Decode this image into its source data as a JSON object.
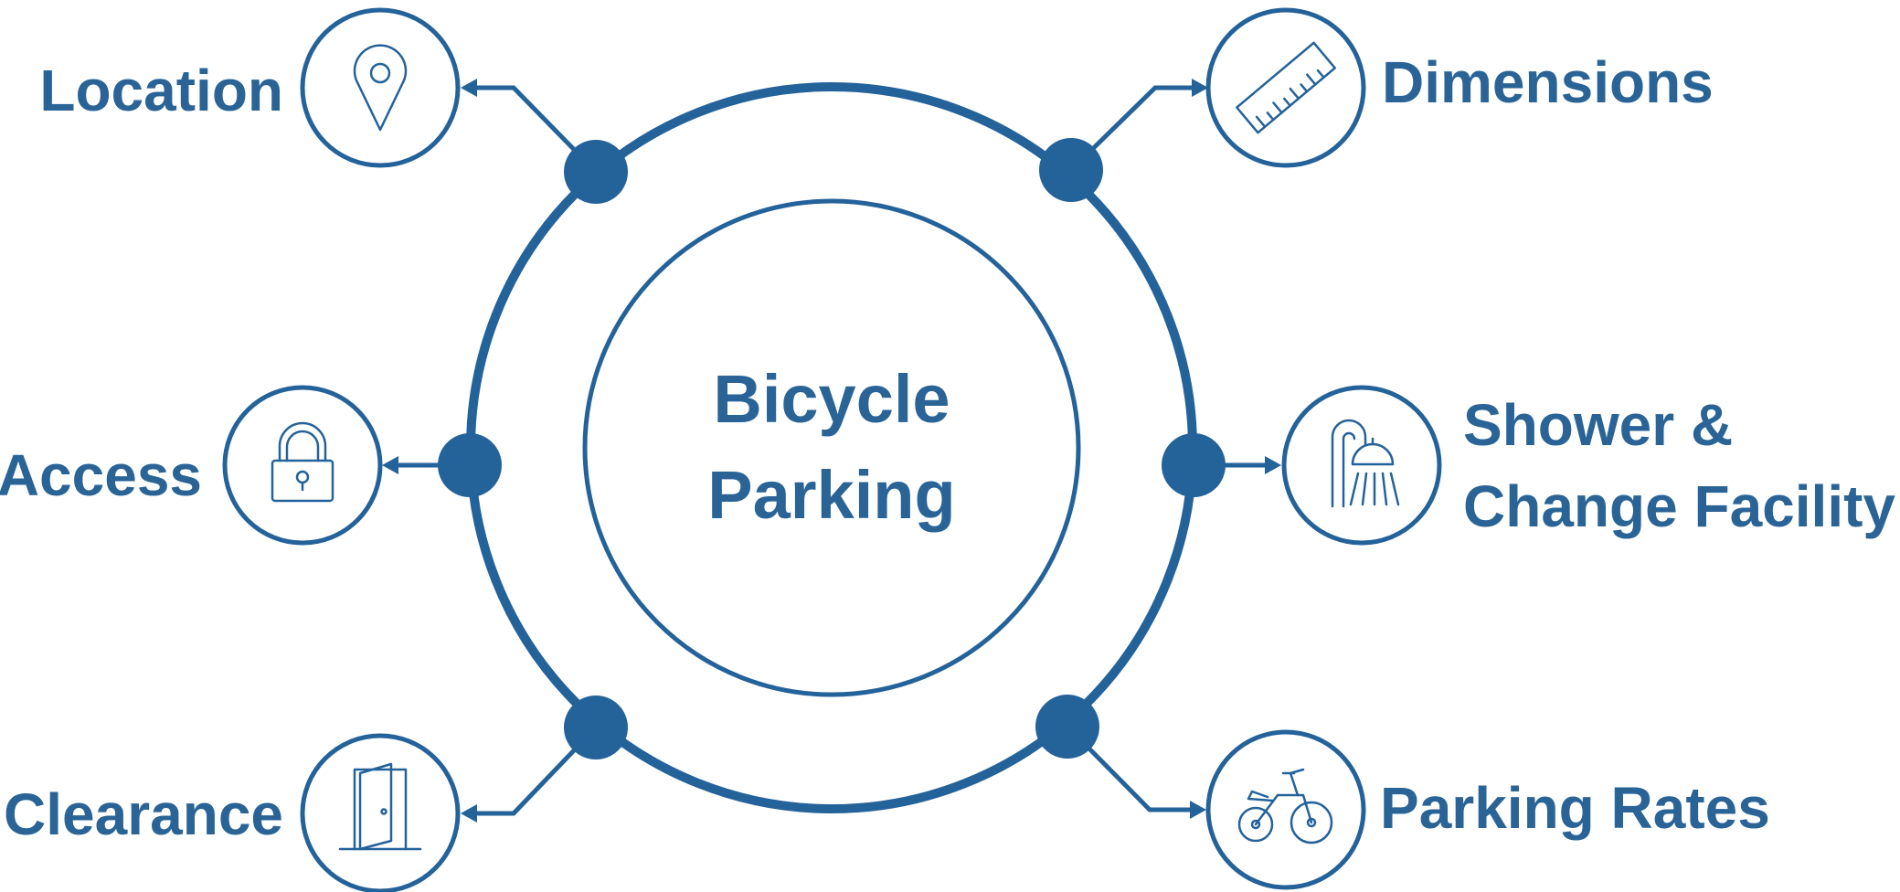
{
  "center": {
    "line1": "Bicycle",
    "line2": "Parking"
  },
  "items": [
    {
      "id": "location",
      "label": "Location",
      "icon": "location-pin-icon"
    },
    {
      "id": "dimensions",
      "label": "Dimensions",
      "icon": "ruler-icon"
    },
    {
      "id": "access",
      "label": "Access",
      "icon": "padlock-icon"
    },
    {
      "id": "shower",
      "label_line1": "Shower &",
      "label_line2": "Change Facility",
      "icon": "shower-icon"
    },
    {
      "id": "clearance",
      "label": "Clearance",
      "icon": "open-door-icon"
    },
    {
      "id": "rates",
      "label": "Parking Rates",
      "icon": "tricycle-icon"
    }
  ],
  "colors": {
    "primary": "#24629a",
    "text": "#2a6496",
    "background": "#ffffff"
  }
}
